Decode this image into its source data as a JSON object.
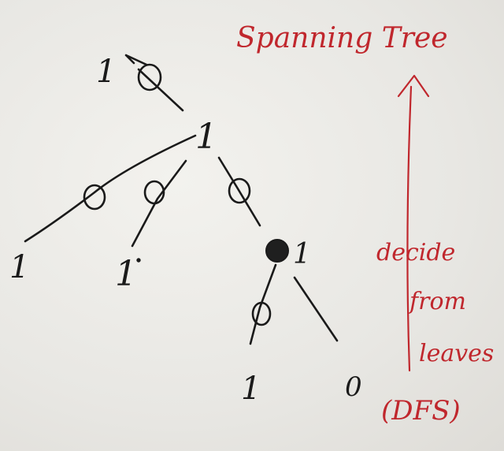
{
  "title": "Spanning Tree",
  "notes": {
    "line1": "decide",
    "line2": "from",
    "line3": "leaves",
    "line4": "(DFS)"
  },
  "node_labels": {
    "root_count": "1",
    "mid_count": "1",
    "sub_count": "1",
    "leaf_a": "1",
    "leaf_b": "1",
    "leaf_c": "1",
    "leaf_d": "0"
  },
  "colors": {
    "ink_black": "#1a1a1a",
    "ink_red": "#c0272d",
    "board": "#ecebe7"
  }
}
